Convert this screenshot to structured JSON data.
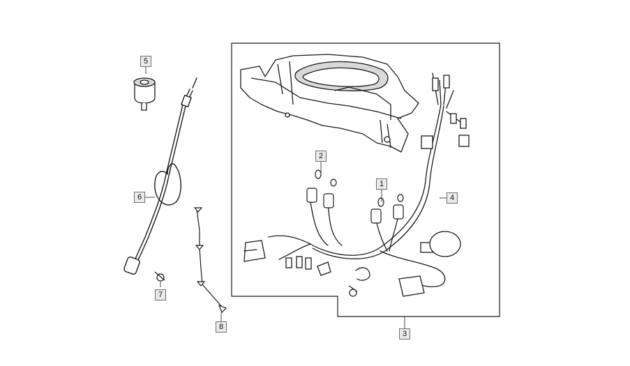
{
  "diagram": {
    "colors": {
      "line": "#1a1a1a",
      "part_fill": "#ffffff",
      "shade": "#d9d9d9",
      "callout_fill": "#eaeaea",
      "callout_border": "#707070"
    },
    "callouts": [
      {
        "id": "1",
        "label": "1"
      },
      {
        "id": "2",
        "label": "2"
      },
      {
        "id": "3",
        "label": "3"
      },
      {
        "id": "4",
        "label": "4"
      },
      {
        "id": "5",
        "label": "5"
      },
      {
        "id": "6",
        "label": "6"
      },
      {
        "id": "7",
        "label": "7"
      },
      {
        "id": "8",
        "label": "8"
      }
    ],
    "parts": [
      {
        "id": "instrument-cluster",
        "icon": "speedometer-housing-icon"
      },
      {
        "id": "wiring-harness",
        "icon": "wiring-harness-icon"
      },
      {
        "id": "bulb-socket",
        "icon": "bulb-icon"
      },
      {
        "id": "ignition-switch",
        "icon": "key-switch-icon"
      },
      {
        "id": "speedometer-cable",
        "icon": "cable-icon"
      },
      {
        "id": "screw",
        "icon": "screw-icon"
      },
      {
        "id": "bolt",
        "icon": "bolt-icon"
      }
    ]
  }
}
